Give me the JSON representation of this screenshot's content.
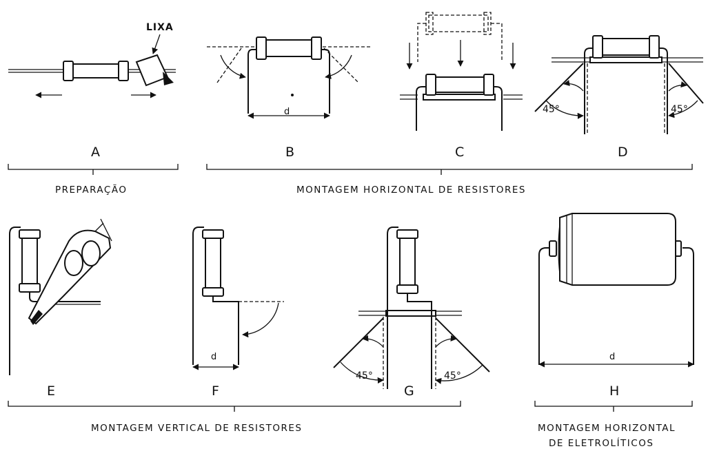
{
  "panels": {
    "a": {
      "letter": "A",
      "lixa_label": "LIXA"
    },
    "b": {
      "letter": "B",
      "d_label": "d"
    },
    "c": {
      "letter": "C"
    },
    "d": {
      "letter": "D",
      "angle_left": "45°",
      "angle_right": "45°"
    },
    "e": {
      "letter": "E"
    },
    "f": {
      "letter": "F",
      "d_label": "d"
    },
    "g": {
      "letter": "G",
      "angle_left": "45°",
      "angle_right": "45°"
    },
    "h": {
      "letter": "H",
      "d_label": "d"
    }
  },
  "captions": {
    "preparacao": "PREPARAÇÃO",
    "horizontal_resistores": "MONTAGEM HORIZONTAL DE RESISTORES",
    "vertical_resistores": "MONTAGEM VERTICAL DE RESISTORES",
    "horizontal_eletroliticos_1": "MONTAGEM HORIZONTAL",
    "horizontal_eletroliticos_2": "DE ELETROLÍTICOS"
  }
}
